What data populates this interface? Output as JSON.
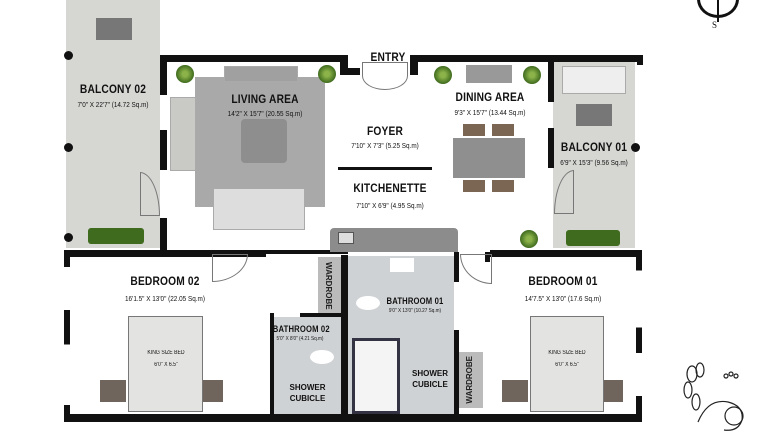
{
  "entry": "ENTRY",
  "rooms": {
    "balcony02": {
      "name": "BALCONY 02",
      "dims": "7'0\" X 22'7\" (14.72 Sq.m)"
    },
    "living": {
      "name": "LIVING AREA",
      "dims": "14'2\" X 15'7\" (20.55 Sq.m)"
    },
    "foyer": {
      "name": "FOYER",
      "dims": "7'10\" X 7'3\" (5.25 Sq.m)"
    },
    "kitchenette": {
      "name": "KITCHENETTE",
      "dims": "7'10\" X 6'9\" (4.95 Sq.m)"
    },
    "dining": {
      "name": "DINING AREA",
      "dims": "9'3\" X 15'7\" (13.44 Sq.m)"
    },
    "balcony01": {
      "name": "BALCONY 01",
      "dims": "6'9\" X 15'3\" (9.56 Sq.m)"
    },
    "bedroom02": {
      "name": "BEDROOM 02",
      "dims": "16'1.5\" X 13'0\" (22.05 Sq.m)"
    },
    "bathroom02": {
      "name": "BATHROOM 02",
      "dims": "5'0\" X 8'0\" (4.21 Sq.m)"
    },
    "bathroom01": {
      "name": "BATHROOM 01",
      "dims": "9'0\" X 13'0\" (10.27 Sq.m)"
    },
    "bedroom01": {
      "name": "BEDROOM 01",
      "dims": "14'7.5\" X 13'0\" (17.6 Sq.m)"
    }
  },
  "wardrobe": "WARDROBE",
  "shower": [
    "SHOWER",
    "CUBICLE"
  ],
  "bed": {
    "name": "KING SIZE BED",
    "dims": "6'0\" X 6.5\""
  },
  "compass": "S"
}
